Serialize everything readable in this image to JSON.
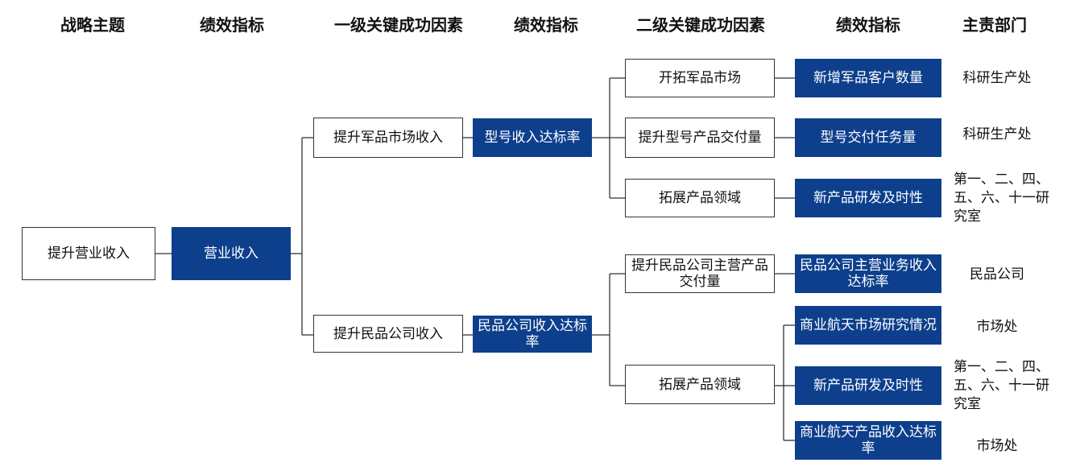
{
  "colors": {
    "blue_box": "#0d3f8c",
    "line": "#333333"
  },
  "headers": [
    "战略主题",
    "绩效指标",
    "一级关键成功因素",
    "绩效指标",
    "二级关键成功因素",
    "绩效指标",
    "主责部门"
  ],
  "nodes": {
    "theme": "提升营业收入",
    "kpi0": "营业收入",
    "csf1_mil": "提升军品市场收入",
    "csf1_civ": "提升民品公司收入",
    "kpi1_mil": "型号收入达标率",
    "kpi1_civ": "民品公司收入达标率",
    "csf2": [
      "开拓军品市场",
      "提升型号产品交付量",
      "拓展产品领域",
      "提升民品公司主营产品交付量",
      "拓展产品领域"
    ],
    "kpi2": [
      "新增军品客户数量",
      "型号交付任务量",
      "新产品研发及时性",
      "民品公司主营业务收入达标率",
      "商业航天市场研究情况",
      "新产品研发及时性",
      "商业航天产品收入达标率"
    ],
    "dept": [
      "科研生产处",
      "科研生产处",
      "第一、二、四、五、六、十一研究室",
      "民品公司",
      "市场处",
      "第一、二、四、五、六、十一研究室",
      "市场处"
    ]
  }
}
